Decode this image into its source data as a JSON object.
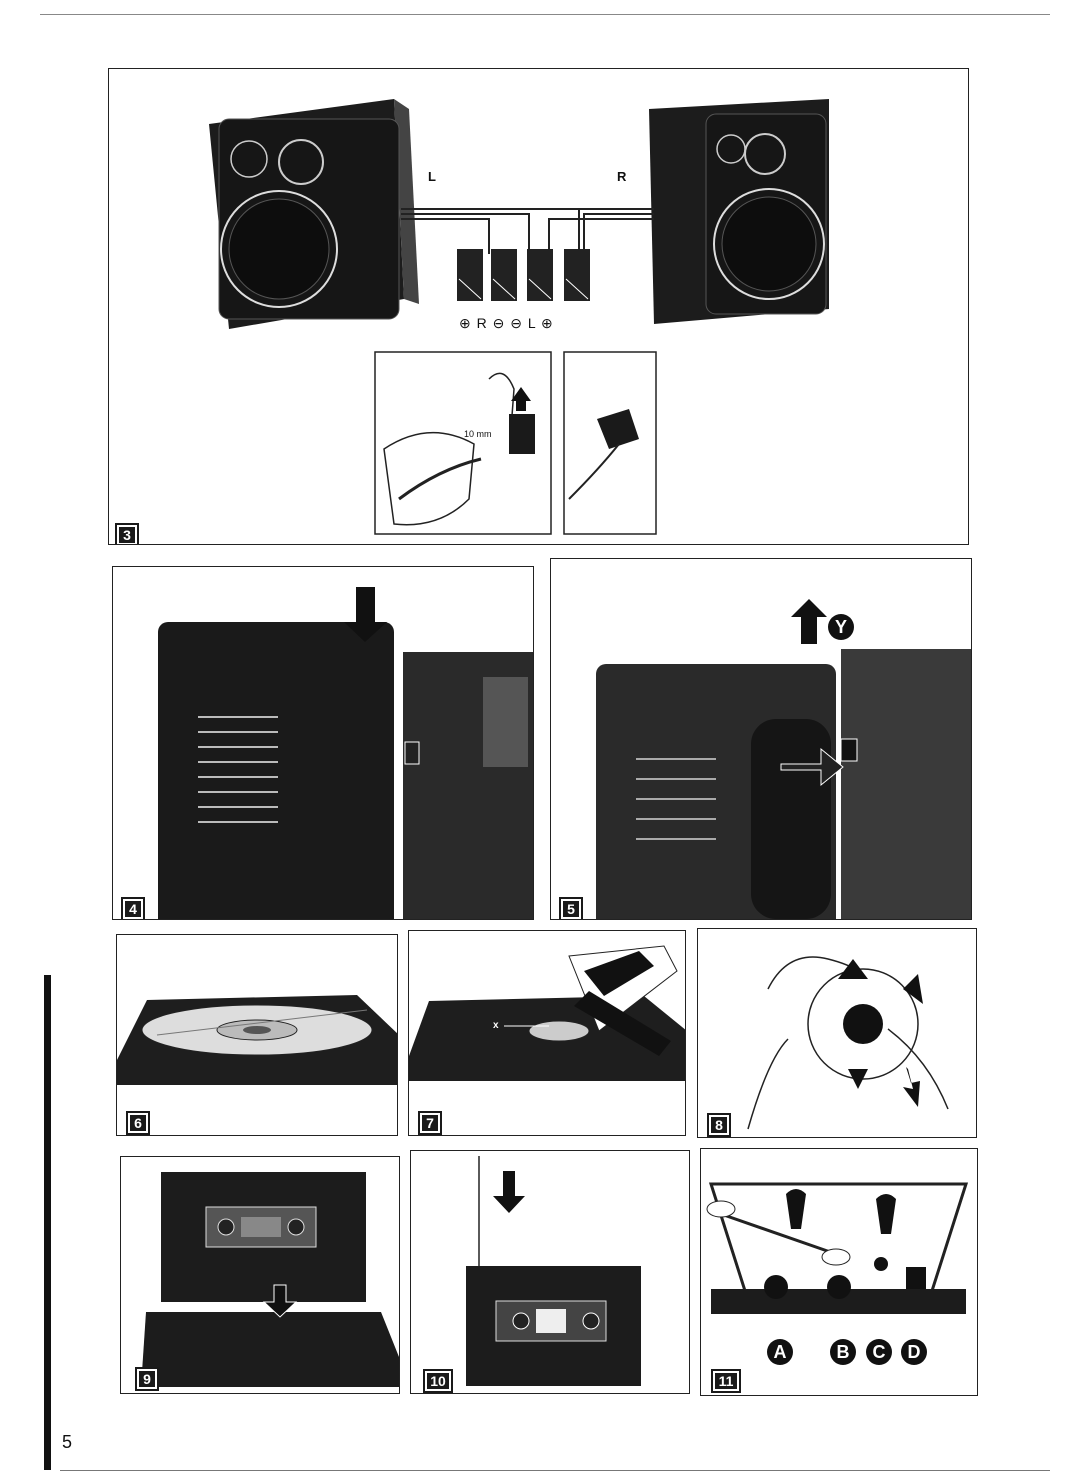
{
  "page_number": "5",
  "figures": {
    "fig3": {
      "number": "3",
      "left_label": "L",
      "right_label": "R",
      "terminals": "⊕ R ⊖  ⊖ L ⊕",
      "strip_length": "10 mm"
    },
    "fig4": {
      "number": "4"
    },
    "fig5": {
      "number": "5",
      "marker": "Y"
    },
    "fig6": {
      "number": "6"
    },
    "fig7": {
      "number": "7",
      "label": "x"
    },
    "fig8": {
      "number": "8"
    },
    "fig9": {
      "number": "9"
    },
    "fig10": {
      "number": "10"
    },
    "fig11": {
      "number": "11",
      "parts": [
        "A",
        "B",
        "C",
        "D"
      ]
    }
  }
}
